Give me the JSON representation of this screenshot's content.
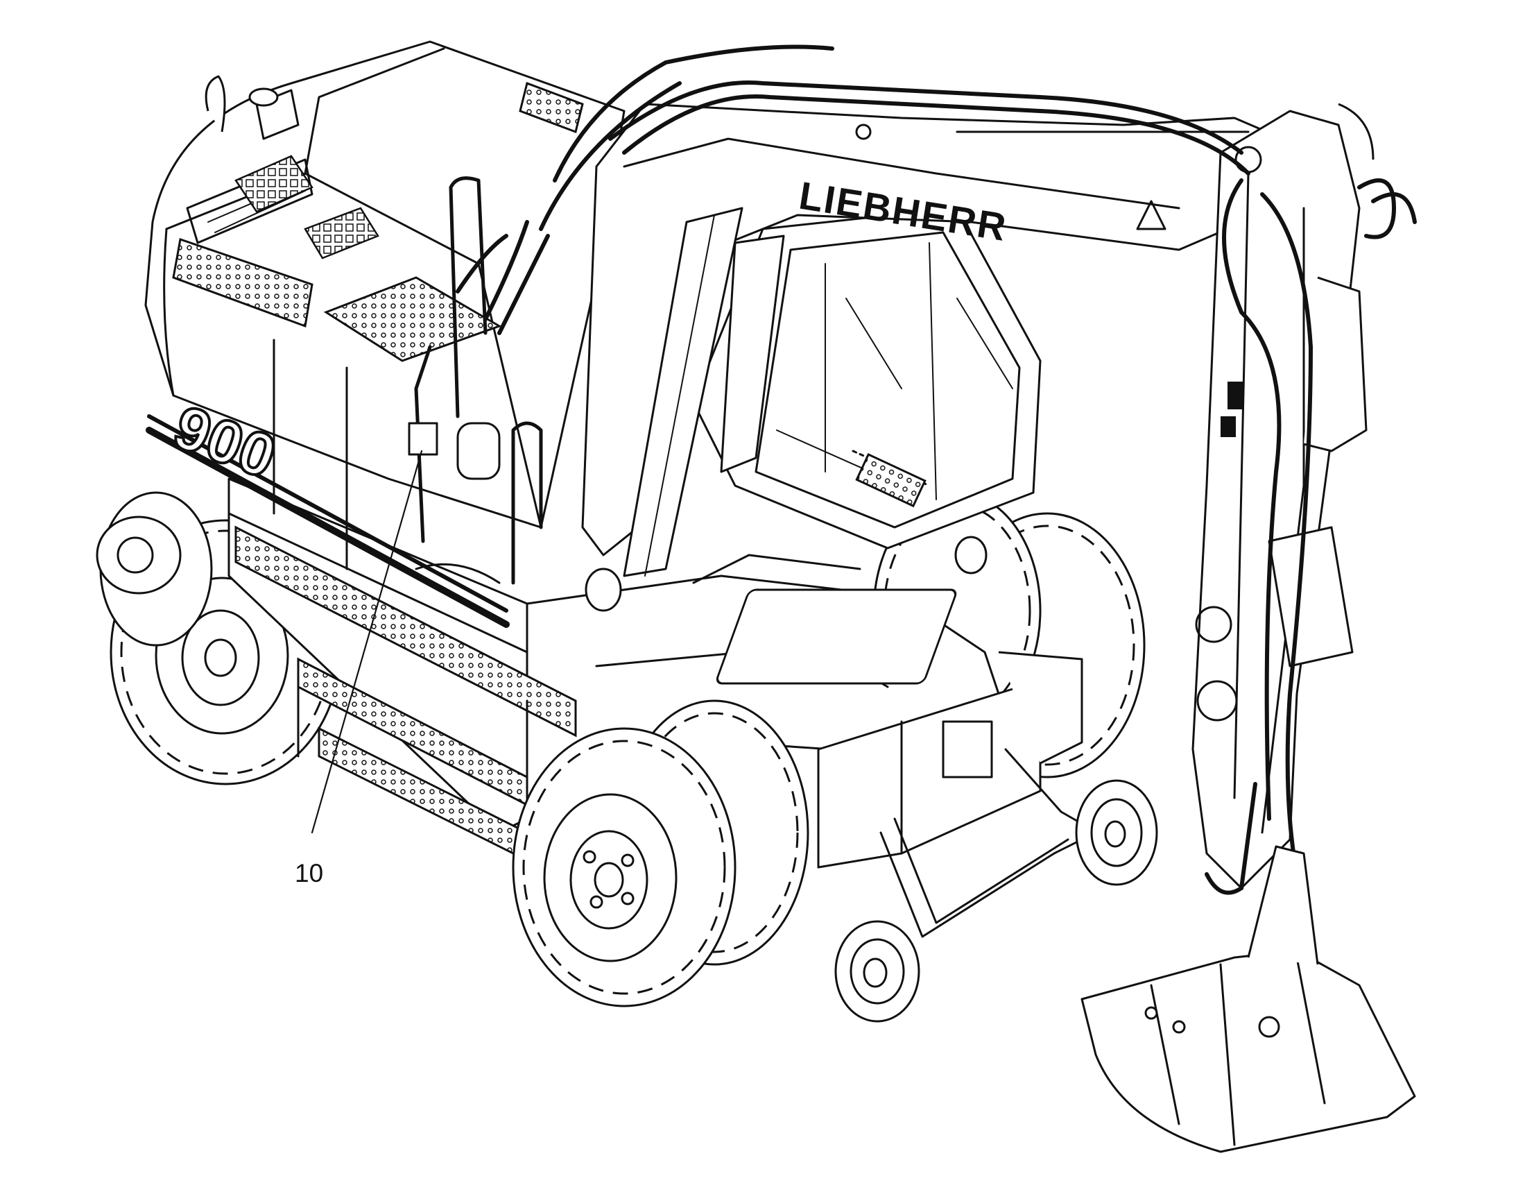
{
  "diagram": {
    "brand_label": "LIEBHERR",
    "model_label": "900",
    "callouts": [
      {
        "number": "10"
      }
    ]
  }
}
